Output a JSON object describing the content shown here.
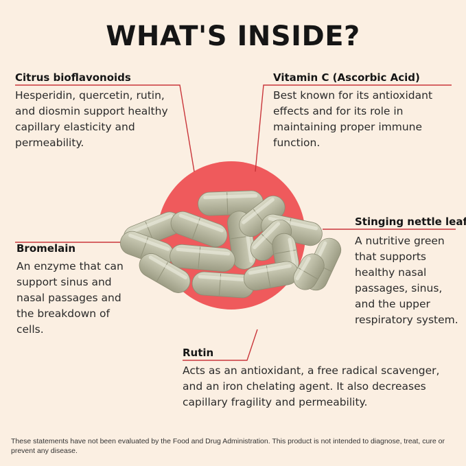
{
  "title": "WHAT'S INSIDE?",
  "colors": {
    "background": "#fbefe2",
    "accent_circle": "#ef5a5c",
    "leader_line": "#c9353a",
    "capsule": "#b8b8a0"
  },
  "ingredients": {
    "citrus": {
      "heading": "Citrus bioflavonoids",
      "lines": [
        "Hesperidin, quercetin, rutin,",
        "and diosmin support healthy",
        "capillary elasticity and",
        "permeability."
      ]
    },
    "vitamin_c": {
      "heading": "Vitamin C (Ascorbic Acid)",
      "lines": [
        "Best known for its antioxidant",
        "effects and for its role in",
        "maintaining proper immune",
        "function."
      ]
    },
    "bromelain": {
      "heading": "Bromelain",
      "lines": [
        "An enzyme that can",
        "support sinus and",
        "nasal passages and",
        "the breakdown of",
        "cells."
      ]
    },
    "nettle": {
      "heading": "Stinging nettle leaf",
      "lines": [
        "A nutritive green",
        "that supports",
        "healthy nasal",
        "passages, sinus,",
        "and the upper",
        "respiratory system."
      ]
    },
    "rutin": {
      "heading": "Rutin",
      "lines": [
        "Acts as an antioxidant, a free radical scavenger,",
        "and an iron chelating agent. It also decreases",
        "capillary fragility and permeability."
      ]
    }
  },
  "disclaimer": "These statements have not been evaluated by the Food and Drug Administration. This product is not intended to diagnose, treat, cure or prevent any disease."
}
